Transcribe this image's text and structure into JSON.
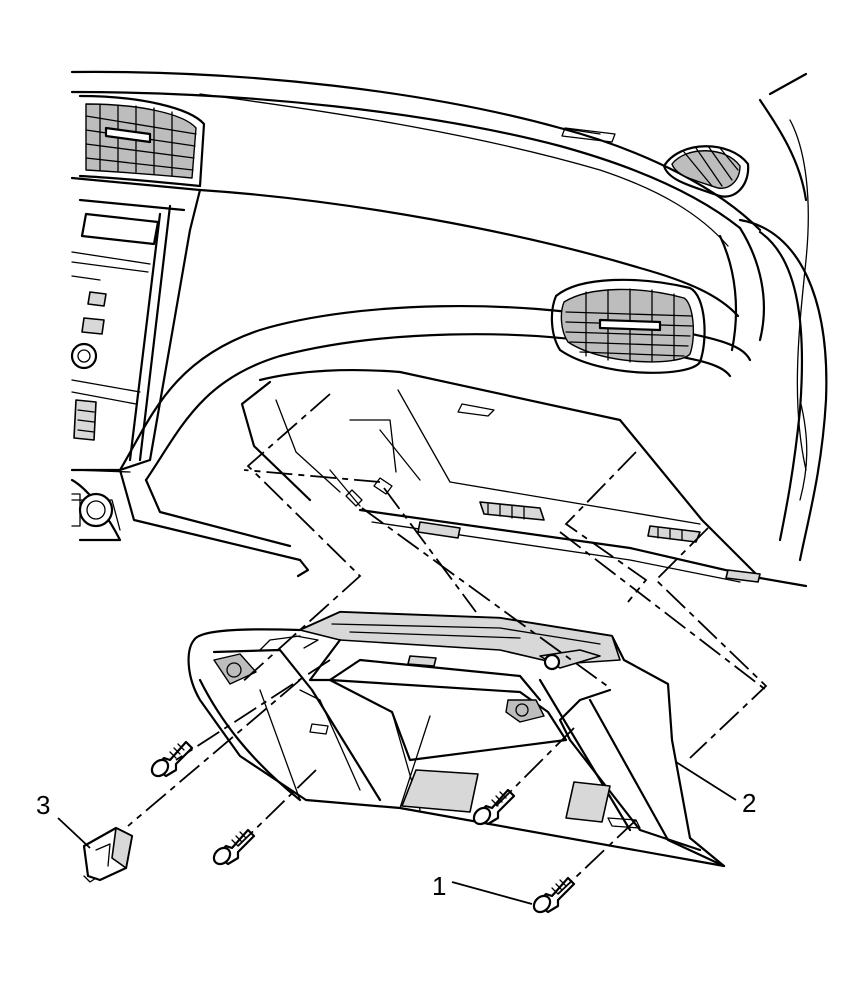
{
  "callouts": {
    "screw": "1",
    "compartment": "2",
    "clip": "3"
  },
  "colors": {
    "line": "#000000",
    "background": "#ffffff",
    "shade": "#d8d8d8"
  }
}
